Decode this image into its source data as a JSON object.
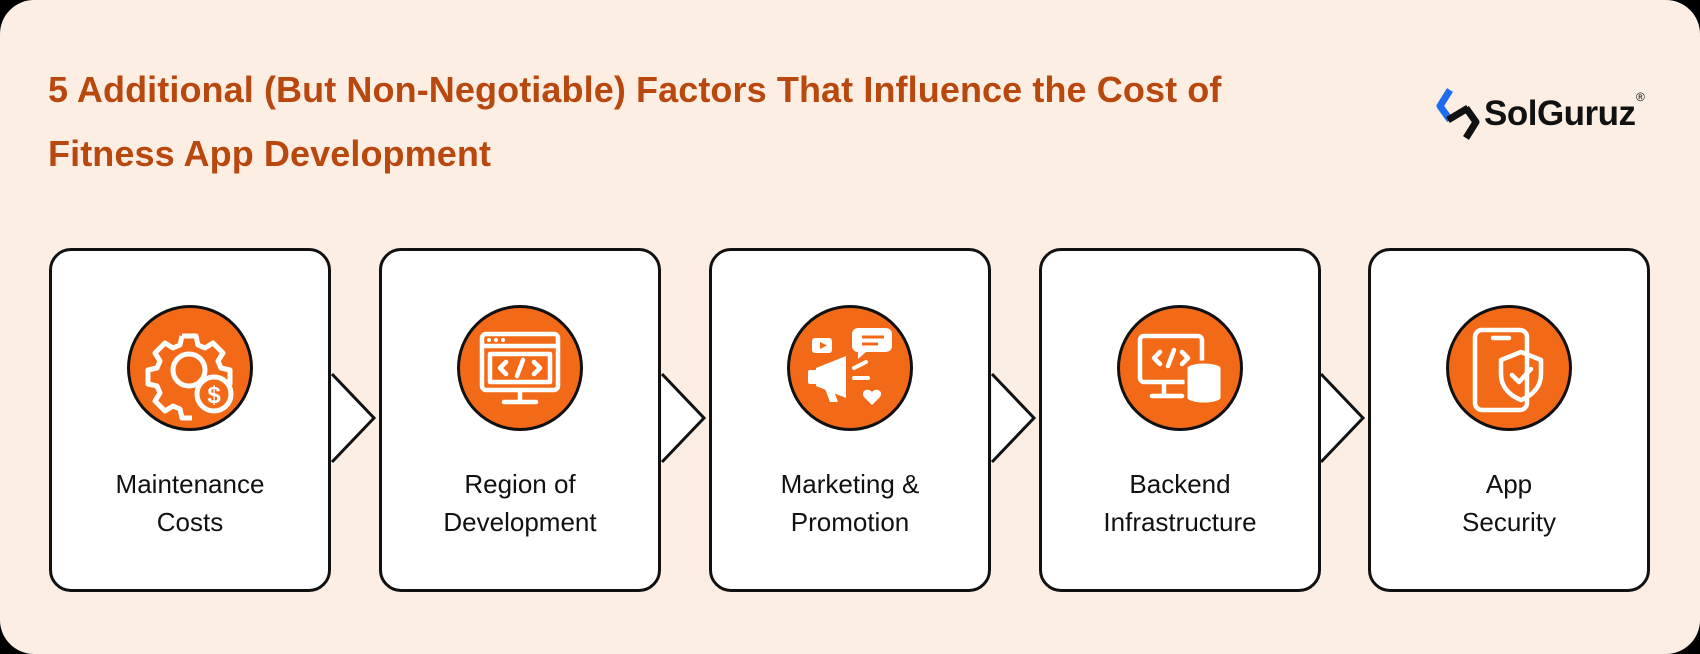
{
  "header": {
    "title_line1": "5 Additional (But Non-Negotiable) Factors That Influence the Cost of",
    "title_line2": "Fitness App Development"
  },
  "brand": {
    "name": "SolGuruz",
    "reg": "®"
  },
  "colors": {
    "title": "#b8480e",
    "accent": "#f26a17",
    "background": "#fdeee4",
    "outline": "#111111"
  },
  "steps": [
    {
      "icon": "gear-dollar-icon",
      "line1": "Maintenance",
      "line2": "Costs"
    },
    {
      "icon": "code-monitor-icon",
      "line1": "Region of",
      "line2": "Development"
    },
    {
      "icon": "megaphone-icon",
      "line1": "Marketing &",
      "line2": "Promotion"
    },
    {
      "icon": "server-database-icon",
      "line1": "Backend",
      "line2": "Infrastructure"
    },
    {
      "icon": "phone-shield-icon",
      "line1": "App",
      "line2": "Security"
    }
  ]
}
